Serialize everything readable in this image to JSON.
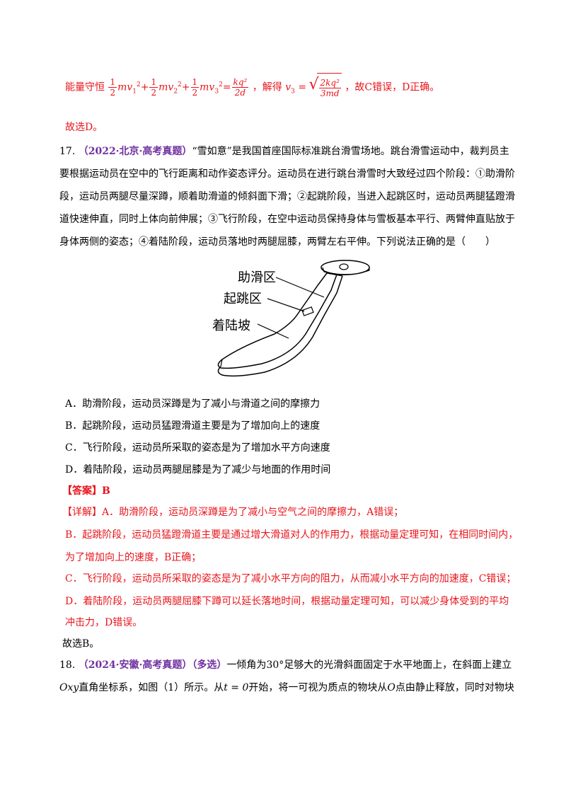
{
  "energy_line": {
    "prefix": "能量守恒",
    "term1_num": "1",
    "term1_den": "2",
    "term1_body": "mv",
    "term2_num": "1",
    "term2_den": "2",
    "term2_body": "mv",
    "term3_num": "1",
    "term3_den": "2",
    "term3_body": "mv",
    "rhs_num": "kq²",
    "rhs_den": "2d",
    "solve": "，解得",
    "v3": "v",
    "v3_num": "2kq²",
    "v3_den": "3md",
    "suffix": "，故C错误，D正确。"
  },
  "choose_D": "故选D。",
  "q17": {
    "number": "17.",
    "source": "（2022·北京·高考真题）",
    "lines": [
      "“雪如意”是我国首座国际标准跳台滑雪场地。跳台滑雪运动中，裁判员主",
      "要根据运动员在空中的飞行距离和动作姿态评分。运动员在进行跳台滑雪时大致经过四个阶段：①助滑阶",
      "段，运动员两腿尽量深蹲，顺着助滑道的倾斜面下滑；②起跳阶段，当进入起跳区时，运动员两腿猛蹬滑",
      "道快速伸直，同时上体向前伸展；③飞行阶段，在空中运动员保持身体与雪板基本平行、两臂伸直贴放于",
      "身体两侧的姿态；④着陆阶段，运动员落地时两腿屈膝，两臂左右平伸。下列说法正确的是（　　）"
    ],
    "figure_labels": [
      "助滑区",
      "起跳区",
      "着陆坡"
    ],
    "options": [
      "A．助滑阶段，运动员深蹲是为了减小与滑道之间的摩擦力",
      "B．起跳阶段，运动员猛蹬滑道主要是为了增加向上的速度",
      "C．飞行阶段，运动员所采取的姿态是为了增加水平方向速度",
      "D．着陆阶段，运动员两腿屈膝是为了减少与地面的作用时间"
    ],
    "answer": "【答案】B",
    "explain": [
      "【详解】A．助滑阶段，运动员深蹲是为了减小与空气之间的摩擦力，A错误；",
      "B．起跳阶段，运动员猛蹬滑道主要是通过增大滑道对人的作用力，根据动量定理可知，在相同时间内，",
      "为了增加向上的速度，B正确；",
      "C．飞行阶段，运动员所采取的姿态是为了减小水平方向的阻力，从而减小水平方向的加速度，C错误；",
      "D．着陆阶段，运动员两腿屈膝下蹲可以延长落地时间，根据动量定理可知，可以减少身体受到的平均",
      "冲击力，D错误。"
    ],
    "choose": "故选B。"
  },
  "q18": {
    "number": "18.",
    "source": "（2024·安徽·高考真题）",
    "tag": "（多选）",
    "line1_a": "一倾角为",
    "angle": "30°",
    "line1_b": "足够大的光滑斜面固定于水平地面上，在斜面上建立",
    "oxy": "Oxy",
    "line2_a": "直角坐标系，如图（1）所示。从",
    "t0": "t = 0",
    "line2_b": "开始，将一可视为质点的物块从",
    "o": "O",
    "line2_c": "点由静止释放，同时对物块"
  }
}
